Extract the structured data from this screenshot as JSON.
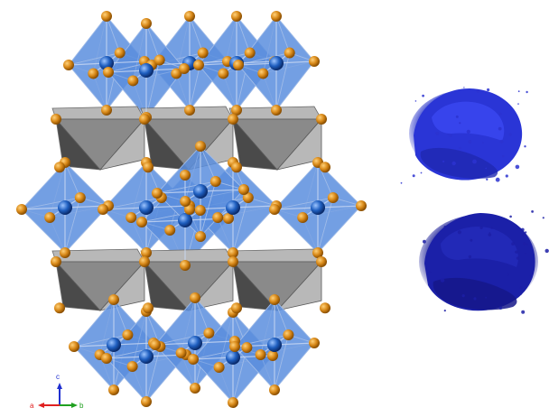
{
  "axes": {
    "a": "a",
    "b": "b",
    "c": "c"
  },
  "colors": {
    "octahedron_fill": "#5a8fde",
    "octahedron_edge": "#9fbbe8",
    "prism_light": "#b8b8b8",
    "prism_mid": "#8a8a8a",
    "prism_dark": "#4a4a4a",
    "orange_atom": "#d98a1a",
    "blue_atom": "#1f5fc0",
    "powder_top": "#2b32d0",
    "powder_bottom": "#1c1fa6",
    "axis_a": "#e02020",
    "axis_b": "#20a020",
    "axis_c": "#2030d0"
  },
  "icons": {
    "axis_indicator": "axis-triad-icon"
  }
}
